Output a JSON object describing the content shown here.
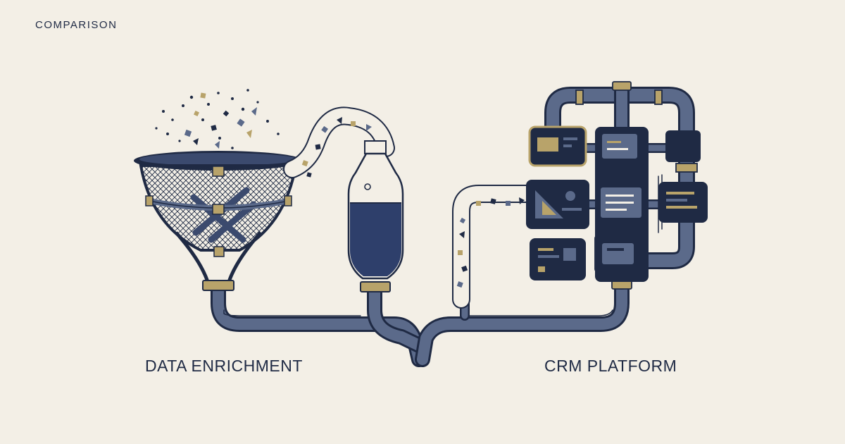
{
  "header": {
    "eyebrow": "COMPARISON"
  },
  "labels": {
    "left": "DATA ENRICHMENT",
    "right": "CRM PLATFORM"
  },
  "palette": {
    "background": "#f3efe6",
    "navy": "#1f2a44",
    "slate": "#5b6a8a",
    "gold": "#b8a36a",
    "liquid": "#2e3f6b"
  },
  "icons": [
    "strainer-icon",
    "flask-icon",
    "pipe-network-icon",
    "crm-module-icon"
  ]
}
